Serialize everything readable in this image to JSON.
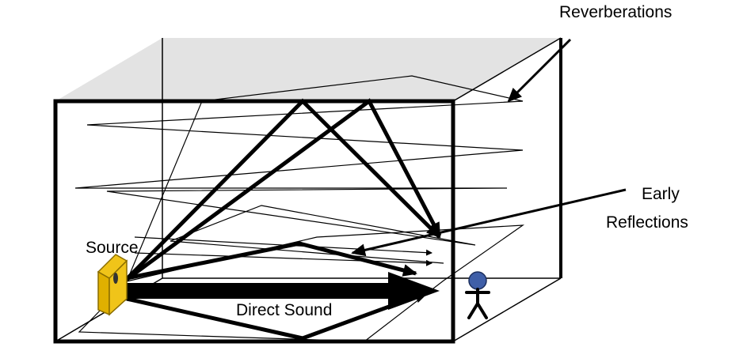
{
  "labels": {
    "reverberations": "Reverberations",
    "early_line1": "Early",
    "early_line2": "Reflections",
    "source": "Source",
    "direct_sound": "Direct Sound"
  },
  "colors": {
    "ceiling": "#e3e3e3",
    "speaker_body": "#f0c419",
    "speaker_edge": "#8a6d00",
    "listener_head": "#3f5fa8",
    "ink": "#000000"
  }
}
